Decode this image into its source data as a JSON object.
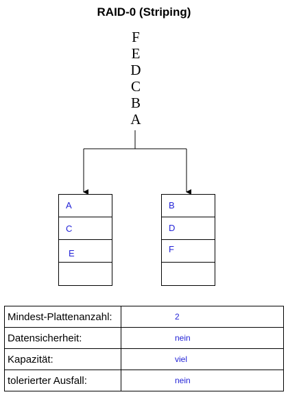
{
  "title": "RAID-0 (Striping)",
  "data_stack": [
    "F",
    "E",
    "D",
    "C",
    "B",
    "A"
  ],
  "disks": [
    {
      "blocks": [
        "A",
        "C",
        "E",
        ""
      ]
    },
    {
      "blocks": [
        "B",
        "D",
        "F",
        ""
      ]
    }
  ],
  "properties": [
    {
      "label": "Mindest-Plattenanzahl:",
      "value": "2"
    },
    {
      "label": "Datensicherheit:",
      "value": "nein"
    },
    {
      "label": "Kapazität:",
      "value": "viel"
    },
    {
      "label": "tolerierter Ausfall:",
      "value": "nein"
    }
  ],
  "colors": {
    "block_text": "#1f1fd6",
    "lines": "#000000"
  }
}
